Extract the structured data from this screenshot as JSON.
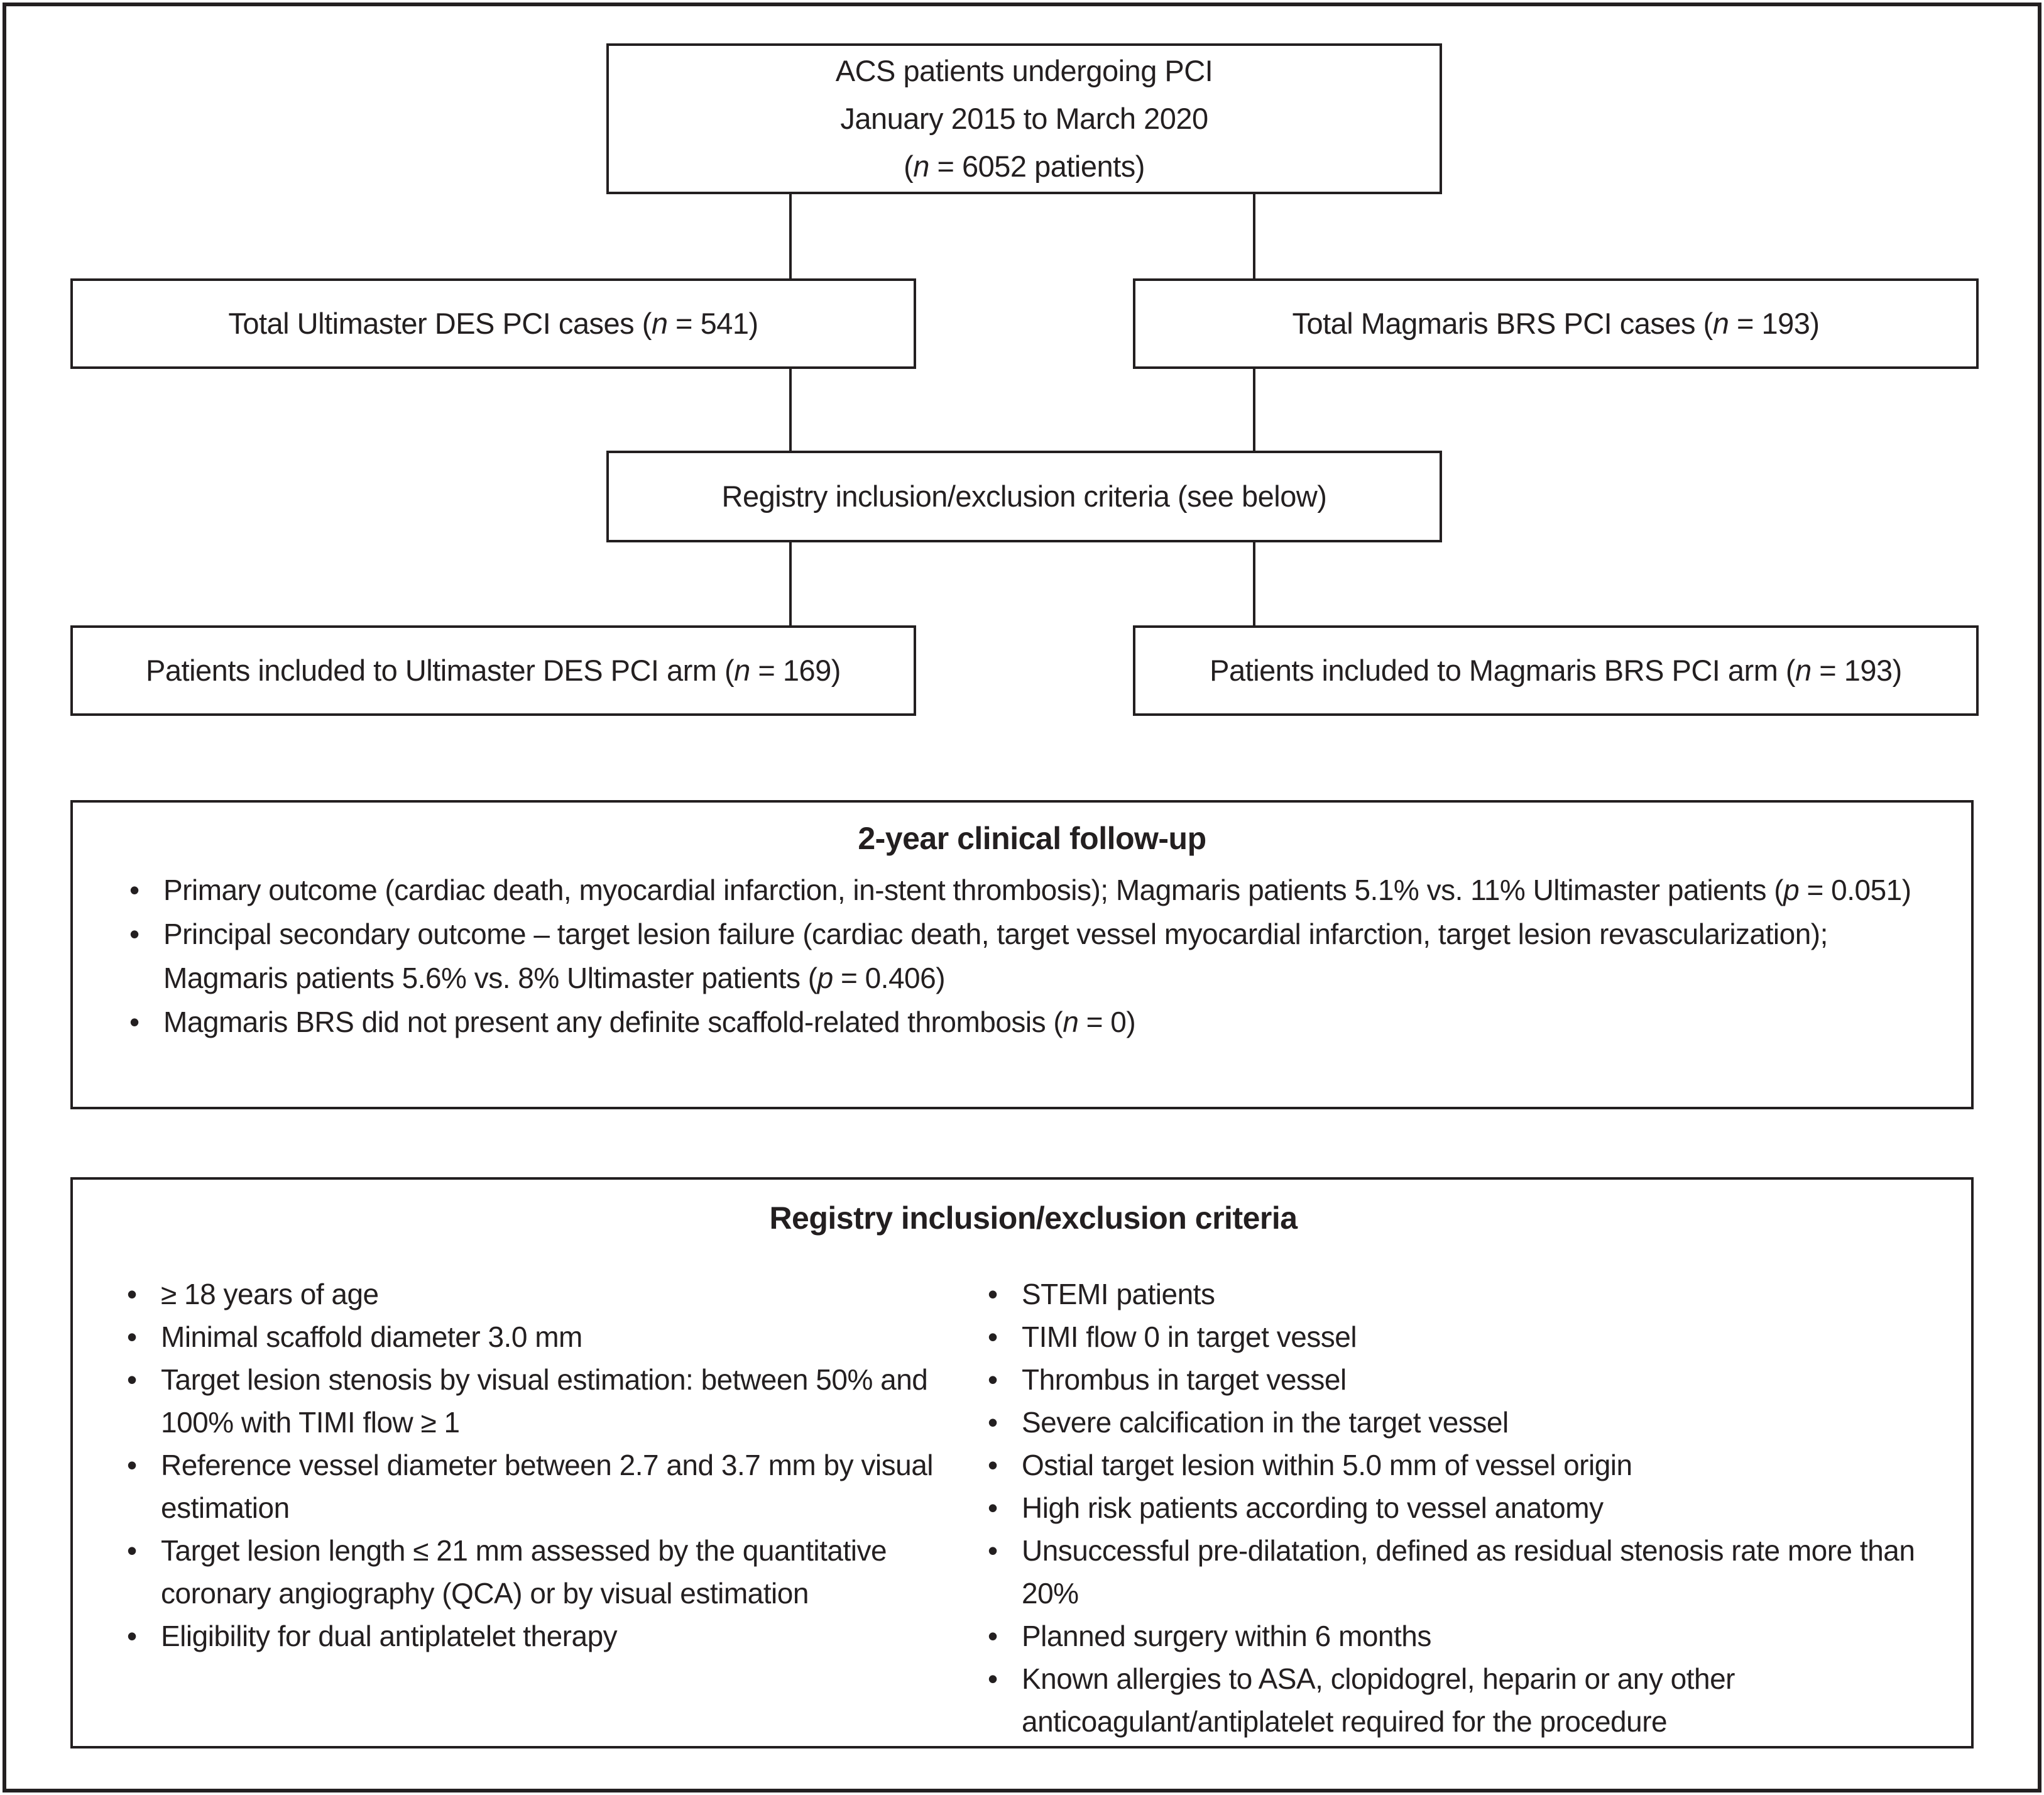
{
  "figure": {
    "colors": {
      "ink": "#231f20",
      "background": "#ffffff"
    },
    "flow": {
      "top_box": {
        "lines": [
          "ACS patients undergoing PCI",
          "January 2015 to March 2020",
          "(n = 6052 patients)"
        ]
      },
      "total_ultimaster_box": "Total Ultimaster DES PCI cases (n = 541)",
      "total_magmaris_box": "Total Magmaris BRS PCI cases (n = 193)",
      "criteria_gate_box": "Registry inclusion/exclusion criteria (see below)",
      "included_ultimaster_box": "Patients included to Ultimaster DES PCI arm (n = 169)",
      "included_magmaris_box": "Patients included to Magmaris BRS PCI arm (n = 193)"
    },
    "followup_panel": {
      "title": "2-year clinical follow-up",
      "bullets": [
        "Primary outcome (cardiac death, myocardial infarction, in-stent thrombosis); Magmaris patients 5.1% vs. 11% Ultimaster patients (p = 0.051)",
        "Principal secondary outcome – target lesion failure (cardiac death, target vessel myocardial infarction, target lesion revascularization); Magmaris patients 5.6% vs. 8% Ultimaster patients (p = 0.406)",
        "Magmaris BRS did not present any definite scaffold-related thrombosis (n = 0)"
      ]
    },
    "criteria_panel": {
      "title": "Registry inclusion/exclusion criteria",
      "inclusion": [
        "≥ 18 years of age",
        "Minimal scaffold diameter 3.0 mm",
        "Target lesion stenosis by visual estimation: between 50% and 100% with TIMI flow ≥ 1",
        "Reference vessel diameter between 2.7 and 3.7 mm by visual estimation",
        "Target lesion length ≤ 21 mm assessed by the quantitative coronary angiography (QCA) or by visual estimation",
        "Eligibility for dual antiplatelet therapy"
      ],
      "exclusion": [
        "STEMI patients",
        "TIMI flow 0 in target vessel",
        "Thrombus in target vessel",
        "Severe calcification in the target vessel",
        "Ostial target lesion within 5.0 mm of vessel origin",
        "High risk patients according to vessel anatomy",
        "Unsuccessful pre-dilatation, defined as residual stenosis rate more than 20%",
        "Planned surgery within 6 months",
        "Known allergies to ASA, clopidogrel, heparin or any other anticoagulant/antiplatelet required for the procedure"
      ]
    }
  }
}
